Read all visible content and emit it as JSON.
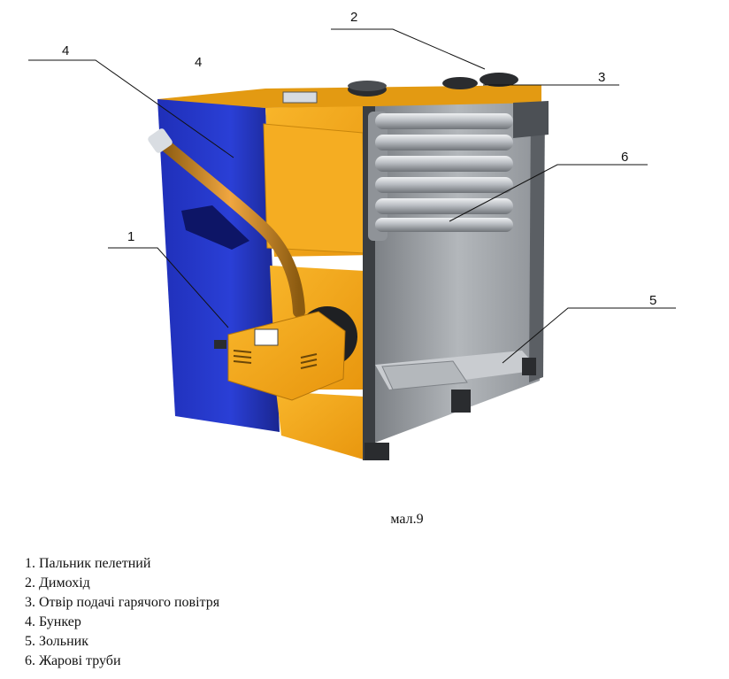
{
  "figure": {
    "caption": "мал.9",
    "callouts": [
      "2",
      "4",
      "4",
      "3",
      "6",
      "1",
      "5"
    ]
  },
  "legend": {
    "items": [
      "1. Пальник пелетний",
      "2. Димохід",
      "3. Отвір подачі гарячого повітря",
      "4. Бункер",
      "5. Зольник",
      "6. Жарові труби"
    ]
  },
  "colors": {
    "boiler_orange": "#f3a71a",
    "boiler_blue": "#2436c8",
    "interior_grey": "#9ea3a8",
    "dark_steel": "#3b3e42",
    "tube_silver": "#c8ccd0"
  }
}
